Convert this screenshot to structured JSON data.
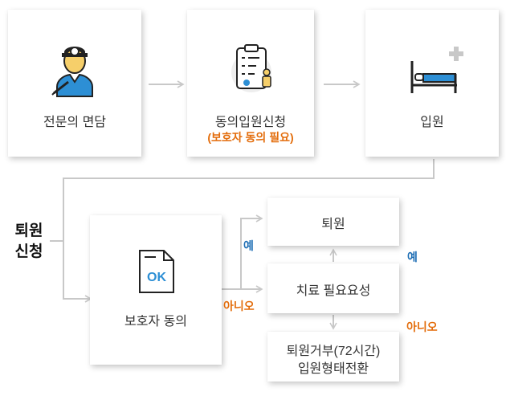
{
  "steps": {
    "consult": {
      "label": "전문의 면담",
      "icon": "doctor-icon"
    },
    "apply": {
      "label": "동의입원신청",
      "note": "(보호자 동의 필요)",
      "icon": "clipboard-icon"
    },
    "admit": {
      "label": "입원",
      "icon": "hospital-bed-icon"
    }
  },
  "discharge_request": {
    "line1": "퇴원",
    "line2": "신청"
  },
  "guardian": {
    "label": "보호자 동의",
    "icon": "ok-document-icon",
    "icon_text": "OK"
  },
  "outcomes": {
    "discharge": "퇴원",
    "treatment_needed": "치료 필요요성",
    "refusal_line1": "퇴원거부(72시간)",
    "refusal_line2": "입원형태전환"
  },
  "branches": {
    "yes_1": "예",
    "no_1": "아니오",
    "yes_2": "예",
    "no_2": "아니오"
  },
  "colors": {
    "yes": "#1f6fb5",
    "no": "#e36c0a",
    "icon_blue": "#2d8fd5",
    "arrow": "#c8c8c8"
  }
}
